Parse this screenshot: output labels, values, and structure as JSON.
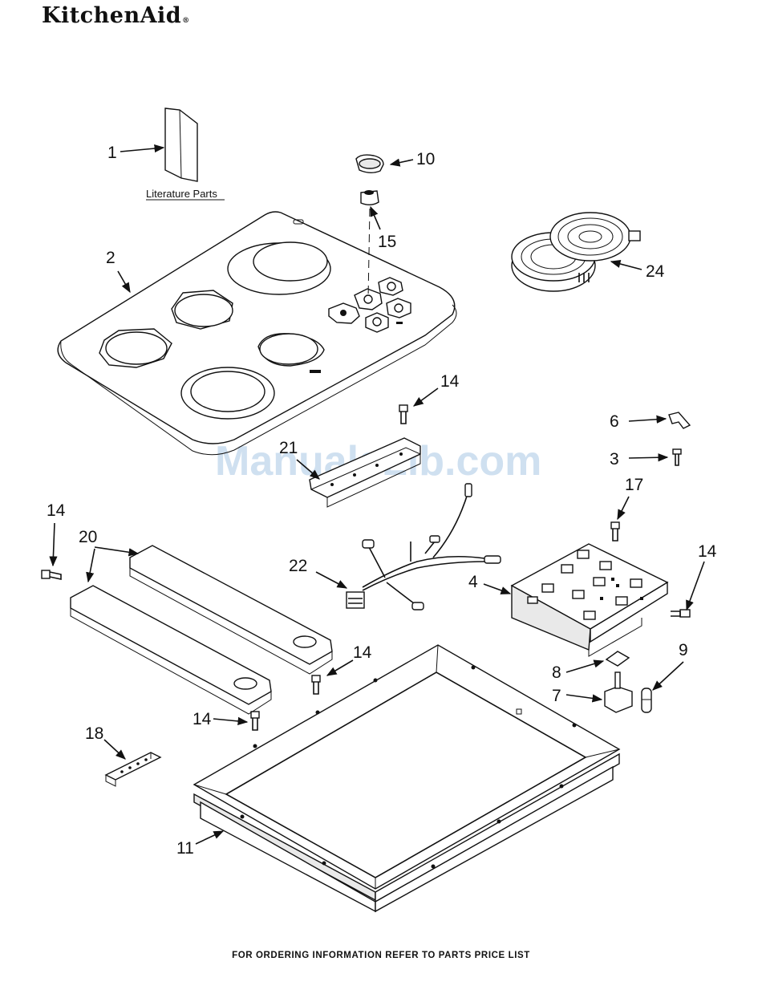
{
  "brand": {
    "name": "KitchenAid",
    "mark": "®"
  },
  "literature_label": "Literature Parts",
  "watermark": "ManualsLib.com",
  "footer": "FOR ORDERING INFORMATION REFER TO PARTS PRICE LIST",
  "callouts": {
    "c1": "1",
    "c2": "2",
    "c3": "3",
    "c4": "4",
    "c6": "6",
    "c7": "7",
    "c8": "8",
    "c9": "9",
    "c10": "10",
    "c11": "11",
    "c14a": "14",
    "c14b": "14",
    "c14c": "14",
    "c14d": "14",
    "c14e": "14",
    "c15": "15",
    "c17": "17",
    "c18": "18",
    "c20": "20",
    "c21": "21",
    "c22": "22",
    "c24": "24"
  }
}
